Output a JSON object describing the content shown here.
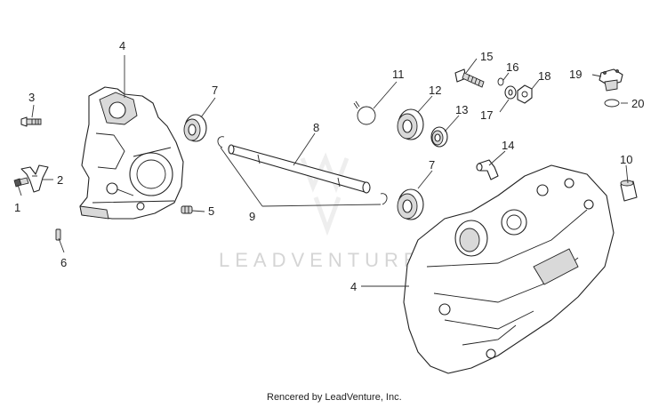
{
  "watermark": {
    "text": "LEADVENTURE"
  },
  "credit": "Rencered by LeadVenture, Inc.",
  "callouts": [
    "1",
    "2",
    "3",
    "4",
    "5",
    "6",
    "7",
    "8",
    "9",
    "10",
    "11",
    "12",
    "13",
    "14",
    "15",
    "16",
    "17",
    "18",
    "19",
    "20"
  ],
  "callout_4_second": "4",
  "callout_7_second": "7"
}
